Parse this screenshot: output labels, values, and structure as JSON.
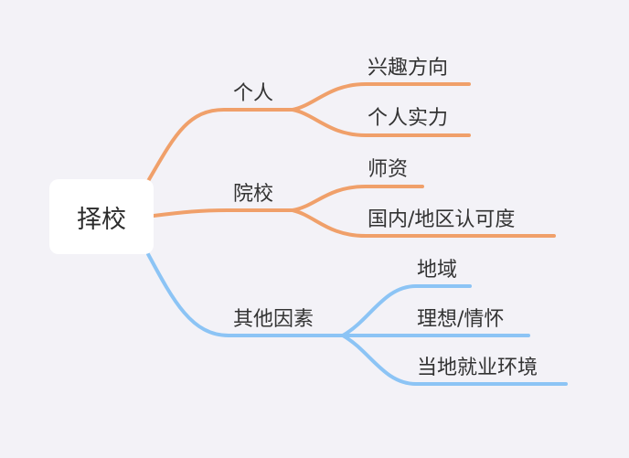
{
  "root": {
    "label": "择校"
  },
  "colors": {
    "orange": "#f0a06a",
    "blue": "#8cc4f5",
    "background": "#f3f2f7",
    "root_fill": "#ffffff"
  },
  "branches": [
    {
      "label": "个人",
      "color": "orange",
      "children": [
        "兴趣方向",
        "个人实力"
      ]
    },
    {
      "label": "院校",
      "color": "orange",
      "children": [
        "师资",
        "国内/地区认可度"
      ]
    },
    {
      "label": "其他因素",
      "color": "blue",
      "children": [
        "地域",
        "理想/情怀",
        "当地就业环境"
      ]
    }
  ]
}
